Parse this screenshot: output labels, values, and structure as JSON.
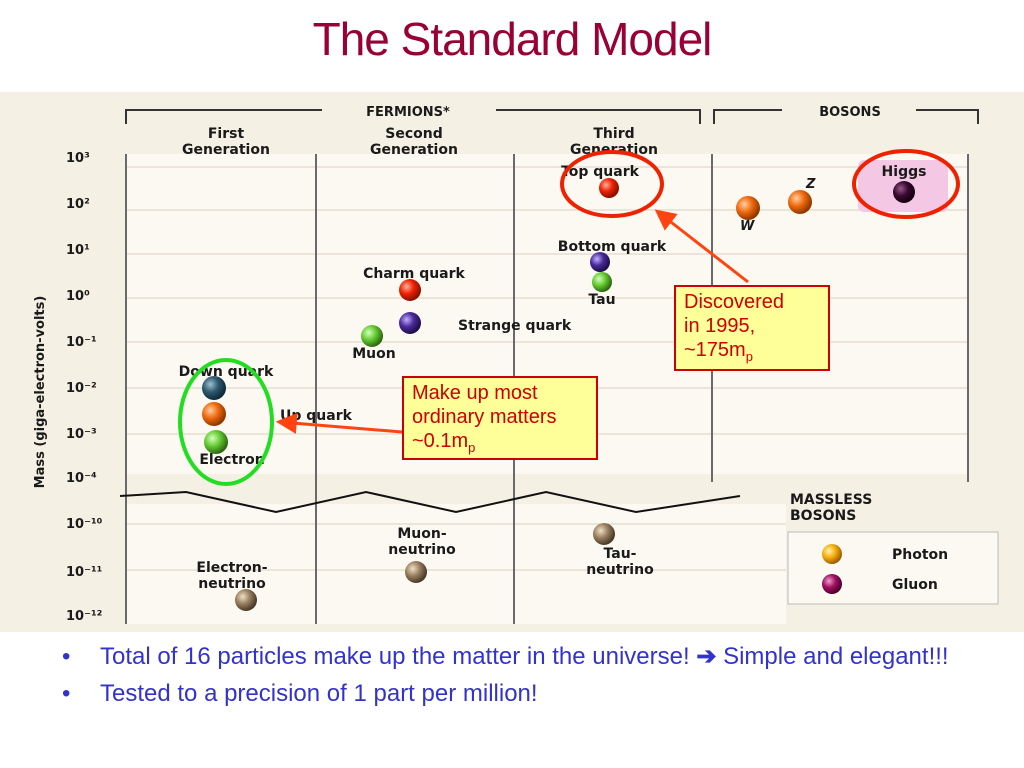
{
  "slide": {
    "title": "The Standard Model"
  },
  "figure": {
    "fermions_header": "FERMIONS*",
    "bosons_header": "BOSONS",
    "generations": [
      {
        "line1": "First",
        "line2": "Generation"
      },
      {
        "line1": "Second",
        "line2": "Generation"
      },
      {
        "line1": "Third",
        "line2": "Generation"
      }
    ],
    "y_axis_label": "Mass (giga-electron-volts)",
    "y_ticks": [
      "10³",
      "10²",
      "10¹",
      "10⁰",
      "10⁻¹",
      "10⁻²",
      "10⁻³",
      "10⁻⁴",
      "10⁻¹⁰",
      "10⁻¹¹",
      "10⁻¹²"
    ],
    "particles": {
      "top_quark": "Top quark",
      "bottom_quark": "Bottom quark",
      "tau": "Tau",
      "charm_quark": "Charm quark",
      "strange_quark": "Strange quark",
      "muon": "Muon",
      "down_quark": "Down quark",
      "up_quark": "Up quark",
      "electron": "Electron",
      "z": "Z",
      "w": "W",
      "higgs": "Higgs",
      "muon_neutrino": {
        "line1": "Muon-",
        "line2": "neutrino"
      },
      "tau_neutrino": {
        "line1": "Tau-",
        "line2": "neutrino"
      },
      "electron_neutrino": {
        "line1": "Electron-",
        "line2": "neutrino"
      }
    },
    "massless": {
      "line1": "MASSLESS",
      "line2": "BOSONS",
      "photon": "Photon",
      "gluon": "Gluon"
    },
    "colors": {
      "highlight_red": "#ee2200",
      "highlight_green": "#22dd22",
      "arrow": "#ff4411"
    }
  },
  "callouts": {
    "top": {
      "line1": "Discovered",
      "line2": "in 1995,",
      "line3_main": "~175m",
      "line3_sub": "p"
    },
    "light": {
      "line1": "Make up most",
      "line2": "ordinary matters",
      "line3_main": "~0.1m",
      "line3_sub": "p"
    }
  },
  "bullets": [
    {
      "marker": "•",
      "text": "Total of 16 particles make up the matter in the universe!",
      "arrow": "➔",
      "after": "Simple and elegant!!!"
    },
    {
      "marker": "•",
      "text": "Tested to a precision of 1 part per million!"
    }
  ]
}
